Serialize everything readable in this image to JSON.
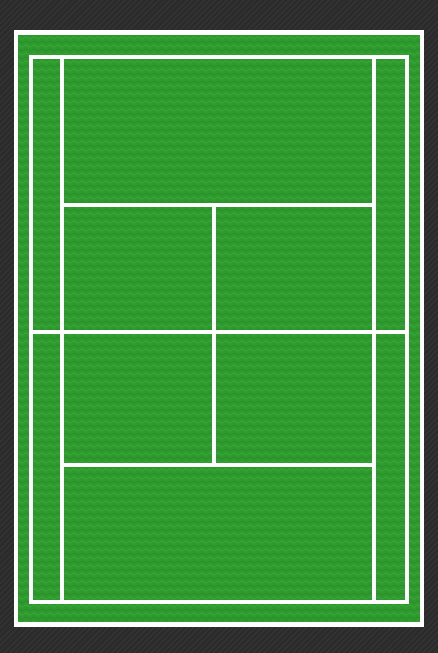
{
  "scene": {
    "type": "tennis-court",
    "view": "top-down",
    "colors": {
      "surround": "#2b2b2b",
      "court_surface": "#2e9a2e",
      "court_texture": "#37a837",
      "lines": "#ffffff"
    },
    "elements": [
      "outer-border",
      "doubles-sideline-left",
      "doubles-sideline-right",
      "singles-sideline-left",
      "singles-sideline-right",
      "baseline-top",
      "baseline-bottom",
      "service-line-top",
      "service-line-bottom",
      "center-service-line",
      "net"
    ]
  }
}
